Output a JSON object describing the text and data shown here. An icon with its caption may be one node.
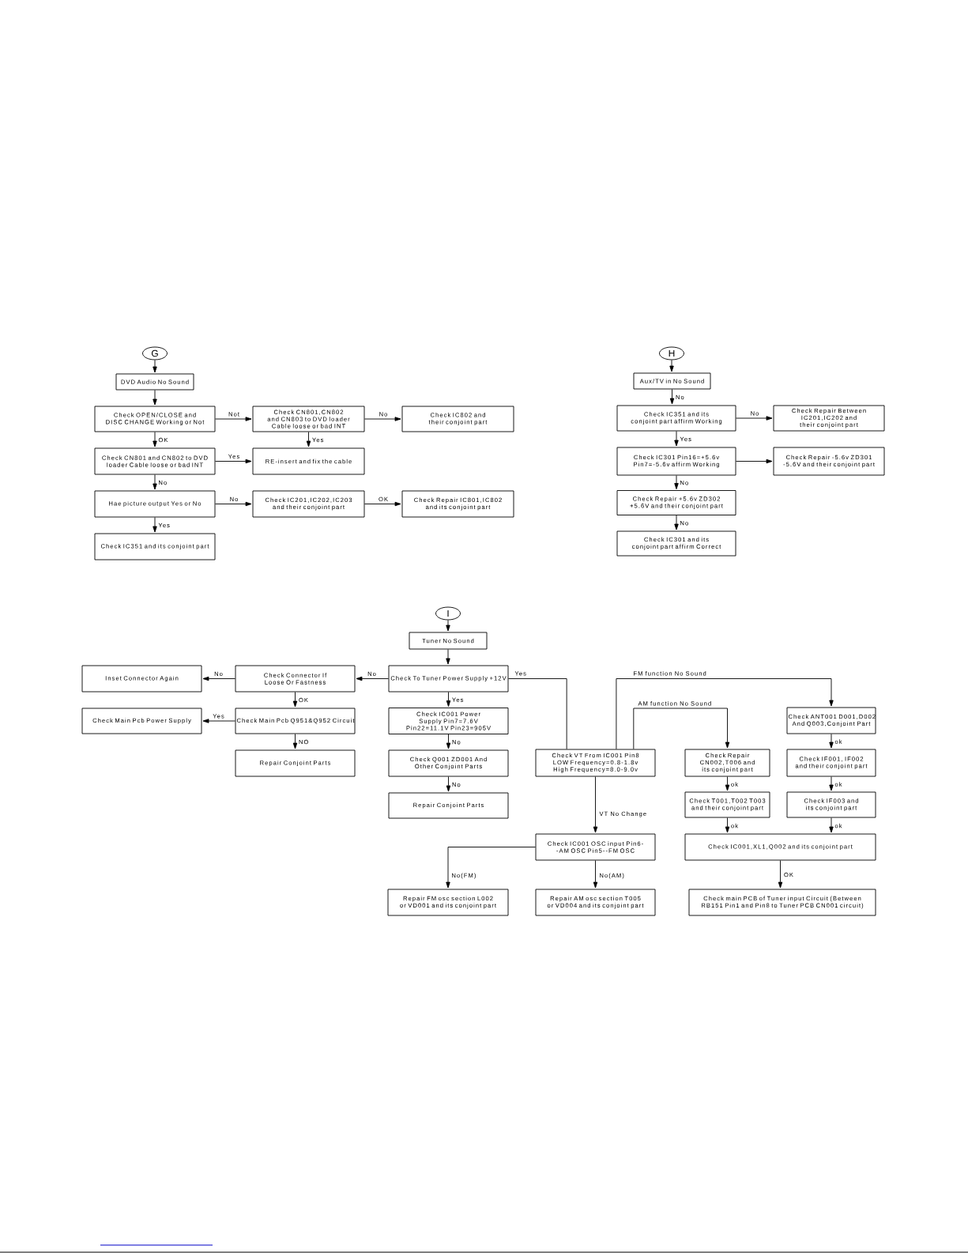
{
  "diagram": {
    "nodes": [
      {
        "text": [
          "G"
        ]
      },
      {
        "text": [
          "DVD Audio No Sound"
        ]
      },
      {
        "text": [
          "Check OPEN/CLOSE and DISC CHANGE Working or Not"
        ]
      },
      {
        "text": [
          "Check CN801,CN802 and CN803 to DVD loader Cable loose or bad INT"
        ]
      },
      {
        "text": [
          "Check IC802 and their conjoint part"
        ]
      },
      {
        "text": [
          "Check CN801 and CN802 to DVD loader Cable loose or bad INT"
        ]
      },
      {
        "text": [
          "RE-insert and fix the cable"
        ]
      },
      {
        "text": [
          "Hae picture output Yes or No"
        ]
      },
      {
        "text": [
          "Check IC201,IC202,IC203 and their conjoint part"
        ]
      },
      {
        "text": [
          "Check Repair IC801,IC802 and its conjoint part"
        ]
      },
      {
        "text": [
          "Check IC351 and its conjoint part"
        ]
      },
      {
        "text": [
          "H"
        ]
      },
      {
        "text": [
          "Aux/TV in No Sound"
        ]
      },
      {
        "text": [
          "Check IC351 and its conjoint part affirm Working"
        ]
      },
      {
        "text": [
          "Check Repair Between IC201,IC202 and their conjoint part"
        ]
      },
      {
        "text": [
          "Check IC301 Pin16=+5.6v Pin7=-5.6v affirm Working"
        ]
      },
      {
        "text": [
          "Check Repair -5.6v ZD301 -5.6V and their conjoint part"
        ]
      },
      {
        "text": [
          "Check Repair +5.6v ZD302 +5.6V and their conjoint part"
        ]
      },
      {
        "text": [
          "Check IC301 and its conjoint part affirm Correct"
        ]
      },
      {
        "text": [
          "I"
        ]
      },
      {
        "text": [
          "Tuner No Sound"
        ]
      },
      {
        "text": [
          "Check To Tuner Power Supply +12V"
        ]
      },
      {
        "text": [
          "Check Connector If Loose Or Fastness"
        ]
      },
      {
        "text": [
          "Inset Connector Again"
        ]
      },
      {
        "text": [
          "Check Main Pcb Q951&Q952 Circuit"
        ]
      },
      {
        "text": [
          "Check Main Pcb Power Supply"
        ]
      },
      {
        "text": [
          "Repair Conjoint Parts"
        ]
      },
      {
        "text": [
          "Check IC001 Power Supply Pin7=7.6V Pin22=11.1V Pin23=905V"
        ]
      },
      {
        "text": [
          "Check Q001 ZD001 And Other Conjoint Parts"
        ]
      },
      {
        "text": [
          "Repair Conjoint Parts"
        ]
      },
      {
        "text": [
          "Check VT From IC001 Pin8 LOW Frequency=0.8-1.8v High Frequency=8.0-9.0v"
        ]
      },
      {
        "text": [
          "Check ANT001 D001,D002 And Q003,Conjoint Part"
        ]
      },
      {
        "text": [
          "Check Repair CN002,T006 and its conjoint part"
        ]
      },
      {
        "text": [
          "Check IF001, IF002 and their conjoint part"
        ]
      },
      {
        "text": [
          "Check T001,T002 T003 and their conjoint part"
        ]
      },
      {
        "text": [
          "Check IF003 and its conjoint part"
        ]
      },
      {
        "text": [
          "Check IC001 OSC input Pin6--AM OSC Pin5--FM OSC"
        ]
      },
      {
        "text": [
          "Check IC001,XL1,Q002 and its conjoint part"
        ]
      },
      {
        "text": [
          "Repair FM osc section L002 or VD001 and its conjoint part"
        ]
      },
      {
        "text": [
          "Repair AM osc section T005 or VD004 and its conjoint part"
        ]
      },
      {
        "text": [
          "Check main PCB of Tuner input Circuit (Between RB151 Pin1 and Pin8 to Tuner PCB CN001 circuit)"
        ]
      }
    ],
    "edges": [
      {
        "from": 0,
        "to": 1,
        "arrow": "to"
      },
      {
        "from": 1,
        "to": 2,
        "arrow": "to"
      },
      {
        "from": 2,
        "to": 3,
        "arrow": "to",
        "label": "Not"
      },
      {
        "from": 3,
        "to": 4,
        "arrow": "to",
        "label": "No"
      },
      {
        "from": 3,
        "to": 6,
        "arrow": "to",
        "label": "Yes"
      },
      {
        "from": 2,
        "to": 5,
        "arrow": "to",
        "label": "OK"
      },
      {
        "from": 5,
        "to": 6,
        "arrow": "to",
        "label": "Yes"
      },
      {
        "from": 5,
        "to": 7,
        "arrow": "to",
        "label": "No"
      },
      {
        "from": 7,
        "to": 8,
        "arrow": "to",
        "label": "No"
      },
      {
        "from": 8,
        "to": 9,
        "arrow": "to",
        "label": "OK"
      },
      {
        "from": 7,
        "to": 10,
        "arrow": "to",
        "label": "Yes"
      },
      {
        "from": 11,
        "to": 12,
        "arrow": "to"
      },
      {
        "from": 12,
        "to": 13,
        "arrow": "to",
        "label": "No"
      },
      {
        "from": 13,
        "to": 14,
        "arrow": "to",
        "label": "No"
      },
      {
        "from": 13,
        "to": 15,
        "arrow": "to",
        "label": "Yes"
      },
      {
        "from": 15,
        "to": 16,
        "arrow": "to"
      },
      {
        "from": 15,
        "to": 17,
        "arrow": "to",
        "label": "No"
      },
      {
        "from": 17,
        "to": 18,
        "arrow": "to",
        "label": "No"
      },
      {
        "from": 19,
        "to": 20,
        "arrow": "to"
      },
      {
        "from": 20,
        "to": 21,
        "arrow": "to"
      },
      {
        "from": 21,
        "to": 22,
        "arrow": "to",
        "label": "No"
      },
      {
        "from": 22,
        "to": 23,
        "arrow": "to",
        "label": "No"
      },
      {
        "from": 22,
        "to": 24,
        "arrow": "to",
        "label": "OK"
      },
      {
        "from": 24,
        "to": 25,
        "arrow": "to",
        "label": "Yes"
      },
      {
        "from": 24,
        "to": 26,
        "arrow": "to",
        "label": "NO"
      },
      {
        "from": 21,
        "to": 27,
        "arrow": "to",
        "label": "Yes"
      },
      {
        "from": 27,
        "to": 28,
        "arrow": "to",
        "label": "No"
      },
      {
        "from": 28,
        "to": 29,
        "arrow": "to",
        "label": "No"
      },
      {
        "from": 21,
        "to": 30,
        "arrow": "none",
        "label": "Yes"
      },
      {
        "from": 30,
        "to": 31,
        "arrow": "to",
        "label": "FM function No Sound"
      },
      {
        "from": 30,
        "to": 32,
        "arrow": "to",
        "label": "AM function No Sound"
      },
      {
        "from": 30,
        "to": 36,
        "arrow": "to",
        "label": "VT No Change"
      },
      {
        "from": 36,
        "to": 38,
        "arrow": "to",
        "label": "No(FM)"
      },
      {
        "from": 36,
        "to": 39,
        "arrow": "to",
        "label": "No(AM)"
      },
      {
        "from": 32,
        "to": 34,
        "arrow": "to",
        "label": "ok"
      },
      {
        "from": 31,
        "to": 33,
        "arrow": "to",
        "label": "ok"
      },
      {
        "from": 33,
        "to": 35,
        "arrow": "to",
        "label": "ok"
      },
      {
        "from": 34,
        "to": 37,
        "arrow": "to",
        "label": "ok"
      },
      {
        "from": 35,
        "to": 37,
        "arrow": "to",
        "label": "ok"
      },
      {
        "from": 37,
        "to": 40,
        "arrow": "to",
        "label": "OK"
      }
    ]
  }
}
